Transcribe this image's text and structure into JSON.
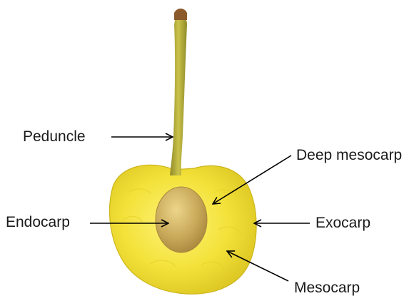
{
  "diagram": {
    "subject": "cut cherry fruit showing internal structure",
    "labels": {
      "peduncle": "Peduncle",
      "deep_mesocarp": "Deep mesocarp",
      "endocarp": "Endocarp",
      "exocarp": "Exocarp",
      "mesocarp": "Mesocarp"
    },
    "colors": {
      "background": "#ffffff",
      "flesh": "#f3e23a",
      "flesh_shadow": "#d9c21e",
      "stem": "#b7b23c",
      "stone": "#c9a95a",
      "arrow": "#000000",
      "text": "#1a1a1a"
    }
  }
}
